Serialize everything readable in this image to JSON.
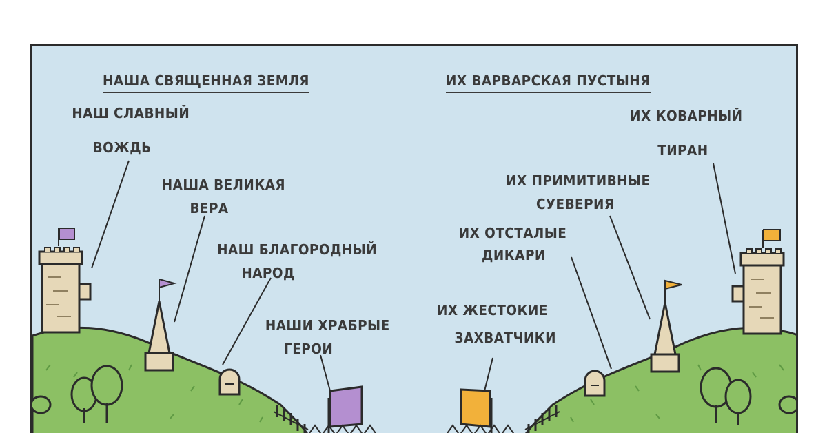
{
  "left_side": {
    "title": "НАША СВЯЩЕННАЯ ЗЕМЛЯ",
    "labels": {
      "leader_1": "НАШ СЛАВНЫЙ",
      "leader_2": "ВОЖДЬ",
      "faith_1": "НАША ВЕЛИКАЯ",
      "faith_2": "ВЕРА",
      "people_1": "НАШ БЛАГОРОДНЫЙ",
      "people_2": "НАРОД",
      "heroes_1": "НАШИ ХРАБРЫЕ",
      "heroes_2": "ГЕРОИ"
    },
    "flag_color": "#b48fd0"
  },
  "right_side": {
    "title": "ИХ ВАРВАРСКАЯ ПУСТЫНЯ",
    "labels": {
      "tyrant_1": "ИХ КОВАРНЫЙ",
      "tyrant_2": "ТИРАН",
      "superstition_1": "ИХ ПРИМИТИВНЫЕ",
      "superstition_2": "СУЕВЕРИЯ",
      "savages_1": "ИХ ОТСТАЛЫЕ",
      "savages_2": "ДИКАРИ",
      "invaders_1": "ИХ ЖЕСТОКИЕ",
      "invaders_2": "ЗАХВАТЧИКИ"
    },
    "flag_color": "#f2b13a"
  },
  "colors": {
    "sky": "#cfe3ee",
    "hill": "#8cc064",
    "hill_dark": "#5f9a44",
    "stone": "#e6d8b8",
    "outline": "#2b2b2b",
    "text": "#3a3a3a"
  }
}
